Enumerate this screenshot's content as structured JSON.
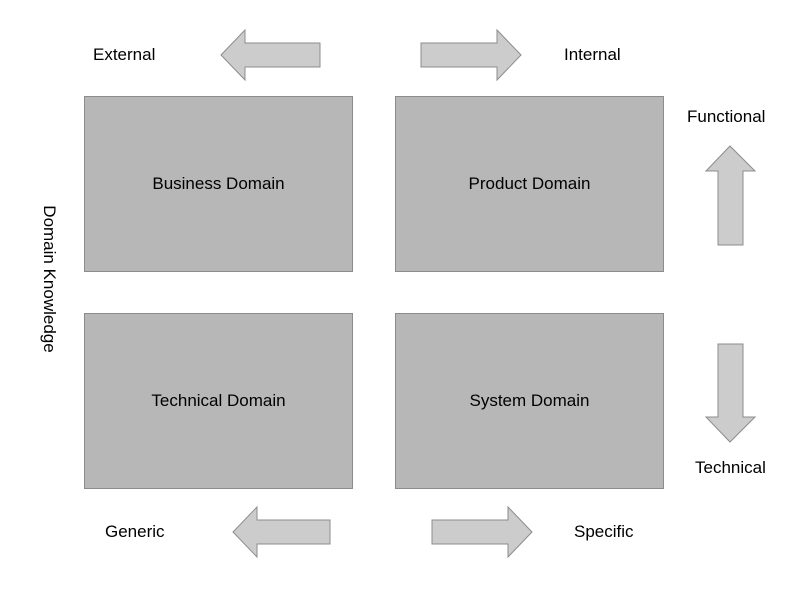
{
  "colors": {
    "box_fill": "#b7b7b7",
    "box_border": "#8c8c8c",
    "arrow_fill": "#cccccc",
    "arrow_stroke": "#8c8c8c",
    "text": "#000000"
  },
  "labels": {
    "external": "External",
    "internal": "Internal",
    "functional": "Functional",
    "technical": "Technical",
    "generic": "Generic",
    "specific": "Specific",
    "domain_knowledge": "Domain Knowledge"
  },
  "boxes": {
    "business": "Business Domain",
    "product": "Product Domain",
    "technical": "Technical Domain",
    "system": "System Domain"
  },
  "arrows": {
    "external": "left-arrow-icon",
    "internal": "right-arrow-icon",
    "functional": "up-arrow-icon",
    "technical": "down-arrow-icon",
    "generic": "left-arrow-icon",
    "specific": "right-arrow-icon"
  }
}
